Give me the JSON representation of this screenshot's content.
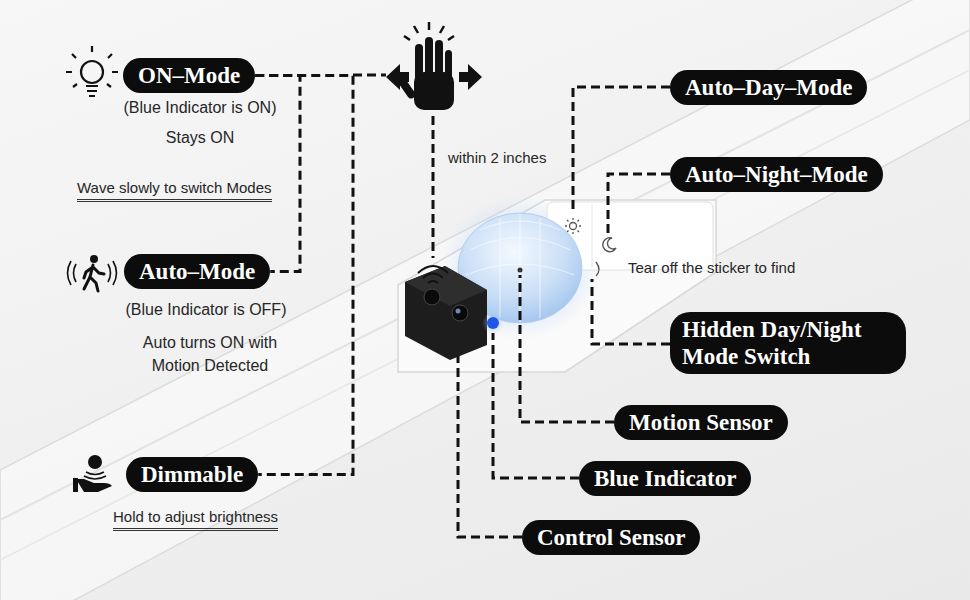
{
  "diagram": {
    "nodes": [
      {
        "text": [
          "ON–Mode"
        ]
      },
      {
        "text": [
          "Auto–Mode"
        ]
      },
      {
        "text": [
          "Dimmable"
        ]
      },
      {
        "text": [
          "Auto–Day–Mode"
        ]
      },
      {
        "text": [
          "Auto–Night–Mode"
        ]
      },
      {
        "text": [
          "Hidden Day/Night Mode Switch"
        ]
      },
      {
        "text": [
          "Motion Sensor"
        ]
      },
      {
        "text": [
          "Blue Indicator"
        ]
      },
      {
        "text": [
          "Control Sensor"
        ]
      }
    ],
    "edges": [
      {
        "from": 0,
        "to": 1,
        "arrow": "none"
      },
      {
        "from": 0,
        "to": 2,
        "arrow": "none"
      }
    ],
    "labels": [
      "(Blue Indicator is ON)",
      "Stays ON",
      "Wave slowly to switch Modes",
      "within 2 inches",
      "Tear off the sticker to find",
      "(Blue Indicator is OFF)",
      "Auto turns ON with Motion Detected",
      "Hold to adjust brightness"
    ]
  }
}
